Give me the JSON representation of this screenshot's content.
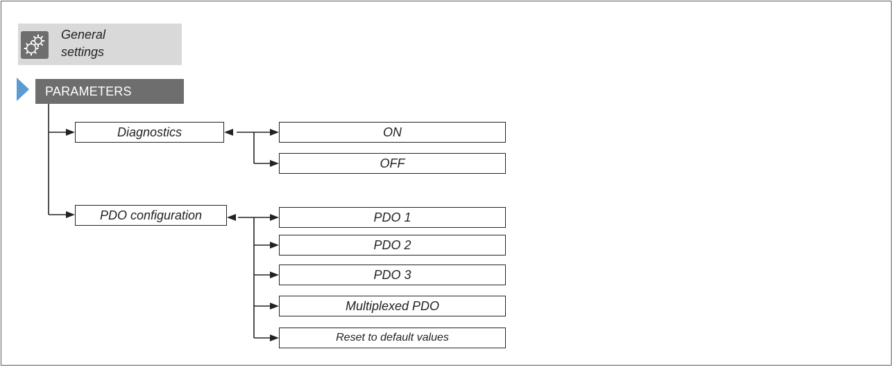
{
  "header": {
    "icon": "gear-icon",
    "title_line1": "General",
    "title_line2": "settings"
  },
  "section": {
    "label": "PARAMETERS"
  },
  "menu": {
    "diagnostics": {
      "label": "Diagnostics",
      "options": [
        "ON",
        "OFF"
      ]
    },
    "pdo_configuration": {
      "label": "PDO configuration",
      "options": [
        "PDO 1",
        "PDO 2",
        "PDO 3",
        "Multiplexed PDO",
        "Reset to default values"
      ]
    }
  },
  "colors": {
    "header_bg": "#d9d9d9",
    "icon_tile": "#6e6e6e",
    "params_bg": "#6e6e6e",
    "params_arrow": "#5b9bd5",
    "line": "#222222"
  }
}
